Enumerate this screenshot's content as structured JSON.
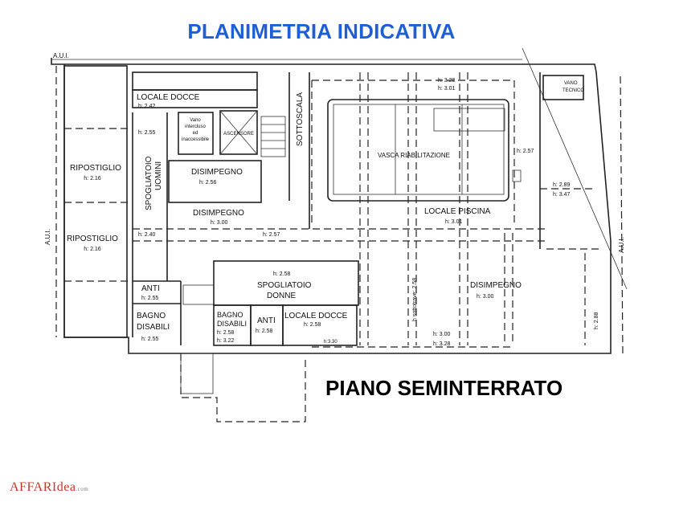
{
  "title": "PLANIMETRIA INDICATIVA",
  "subtitle": "PIANO SEMINTERRATO",
  "logo": {
    "text": "AFFARIdea",
    "suffix": ".com"
  },
  "plan": {
    "aui_top": "A.U.I.",
    "aui_left": "A.U.I.",
    "aui_right": "A.U.I.",
    "rooms": {
      "locale_docce_1": "LOCALE DOCCE",
      "locale_docce_1_h": "h: 2.42",
      "vano1": "Vano",
      "vano2": "intercluso",
      "vano3": "ed",
      "vano4": "inaccessibile",
      "ascensore": "ASCENSORE",
      "sottoscala": "SOTTOSCALA",
      "ripostiglio_1": "RIPOSTIGLIO",
      "ripostiglio_1_h": "h: 2.16",
      "ripostiglio_2": "RIPOSTIGLIO",
      "ripostiglio_2_h": "h: 2.16",
      "spogliatoio_uomini_1": "SPOGLIATOIO",
      "spogliatoio_uomini_2": "UOMINI",
      "spog_uomini_h1": "h: 2.55",
      "spog_uomini_h2": "h: 2.40",
      "disimpegno_1": "DISIMPEGNO",
      "disimpegno_1_h": "h: 2.56",
      "disimpegno_2": "DISIMPEGNO",
      "disimpegno_2_h": "h: 3.00",
      "h_257_a": "h: 2.57",
      "anti_1": "ANTI",
      "anti_1_h": "h: 2.55",
      "bagno_disabili_1a": "BAGNO",
      "bagno_disabili_1b": "DISABILI",
      "bagno_disabili_1_h": "h: 2.55",
      "spogliatoio_donne_h": "h: 2.58",
      "spogliatoio_donne_1": "SPOGLIATOIO",
      "spogliatoio_donne_2": "DONNE",
      "bagno_disabili_2a": "BAGNO",
      "bagno_disabili_2b": "DISABILI",
      "bagno_disabili_2_h1": "h: 2.58",
      "bagno_disabili_2_h2": "h: 3.22",
      "anti_2": "ANTI",
      "anti_2_h": "h: 2.58",
      "locale_docce_2": "LOCALE DOCCE",
      "locale_docce_2_h": "h: 2.58",
      "h_330": "h:3.30",
      "h_328_top": "h: 3.28",
      "h_301_top": "h: 3.01",
      "vasca": "VASCA RIABILITAZIONE",
      "h_257_b": "h: 2.57",
      "locale_piscina": "LOCALE PISCINA",
      "locale_piscina_h": "h: 3.01",
      "vano_tecnico_1": "VANO",
      "vano_tecnico_2": "TECNICO",
      "h_289": "h: 2.89",
      "h_347": "h: 3.47",
      "sottotrave": "h sottotrave: 2.58",
      "disimpegno_3": "DISIMPEGNO",
      "disimpegno_3_h": "h: 3.00",
      "h_300_bottom": "h: 3.00",
      "h_328_bottom": "h: 3.28",
      "h_288": "h: 2.88"
    }
  }
}
